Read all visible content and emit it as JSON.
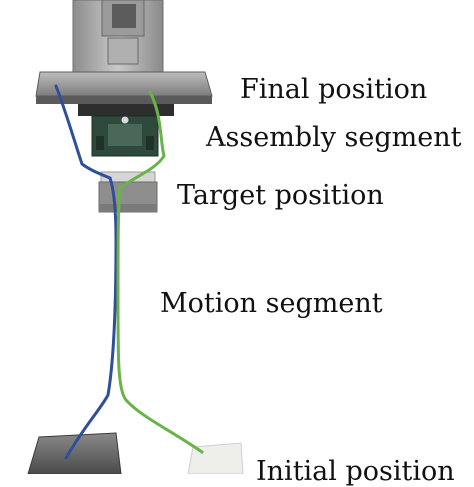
{
  "labels": {
    "final_position": "Final position",
    "assembly_segment": "Assembly segment",
    "target_position": "Target position",
    "motion_segment": "Motion segment",
    "initial_position": "Initial position"
  },
  "colors": {
    "path_blue": "#2f4f98",
    "path_green": "#6ab24a",
    "machine_gray": "#a8a8a8",
    "machine_dark": "#3a3a3a",
    "fixture_green": "#2e4a3c"
  }
}
